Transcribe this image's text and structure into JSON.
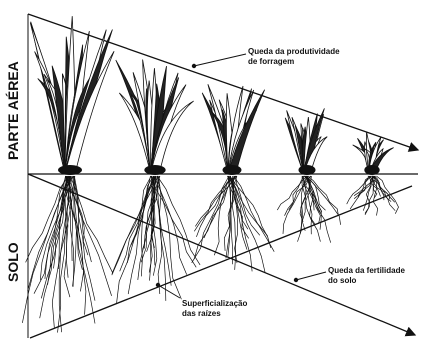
{
  "labels": {
    "aerial_part": "PARTE AÉREA",
    "soil": "SOLO"
  },
  "annotations": {
    "forage_productivity_line1": "Queda da produtividade",
    "forage_productivity_line2": "de forragem",
    "soil_fertility_line1": "Queda da fertilidade",
    "soil_fertility_line2": "do solo",
    "root_shallowing_line1": "Superficialização",
    "root_shallowing_line2": "das raízes"
  },
  "plants": [
    {
      "id": "plant-1",
      "relative_shoot_size": 1.0,
      "relative_root_depth": 1.0
    },
    {
      "id": "plant-2",
      "relative_shoot_size": 0.78,
      "relative_root_depth": 0.8
    },
    {
      "id": "plant-3",
      "relative_shoot_size": 0.58,
      "relative_root_depth": 0.6
    },
    {
      "id": "plant-4",
      "relative_shoot_size": 0.42,
      "relative_root_depth": 0.4
    },
    {
      "id": "plant-5",
      "relative_shoot_size": 0.28,
      "relative_root_depth": 0.2
    }
  ],
  "colors": {
    "ink": "#111111",
    "background": "#ffffff"
  }
}
